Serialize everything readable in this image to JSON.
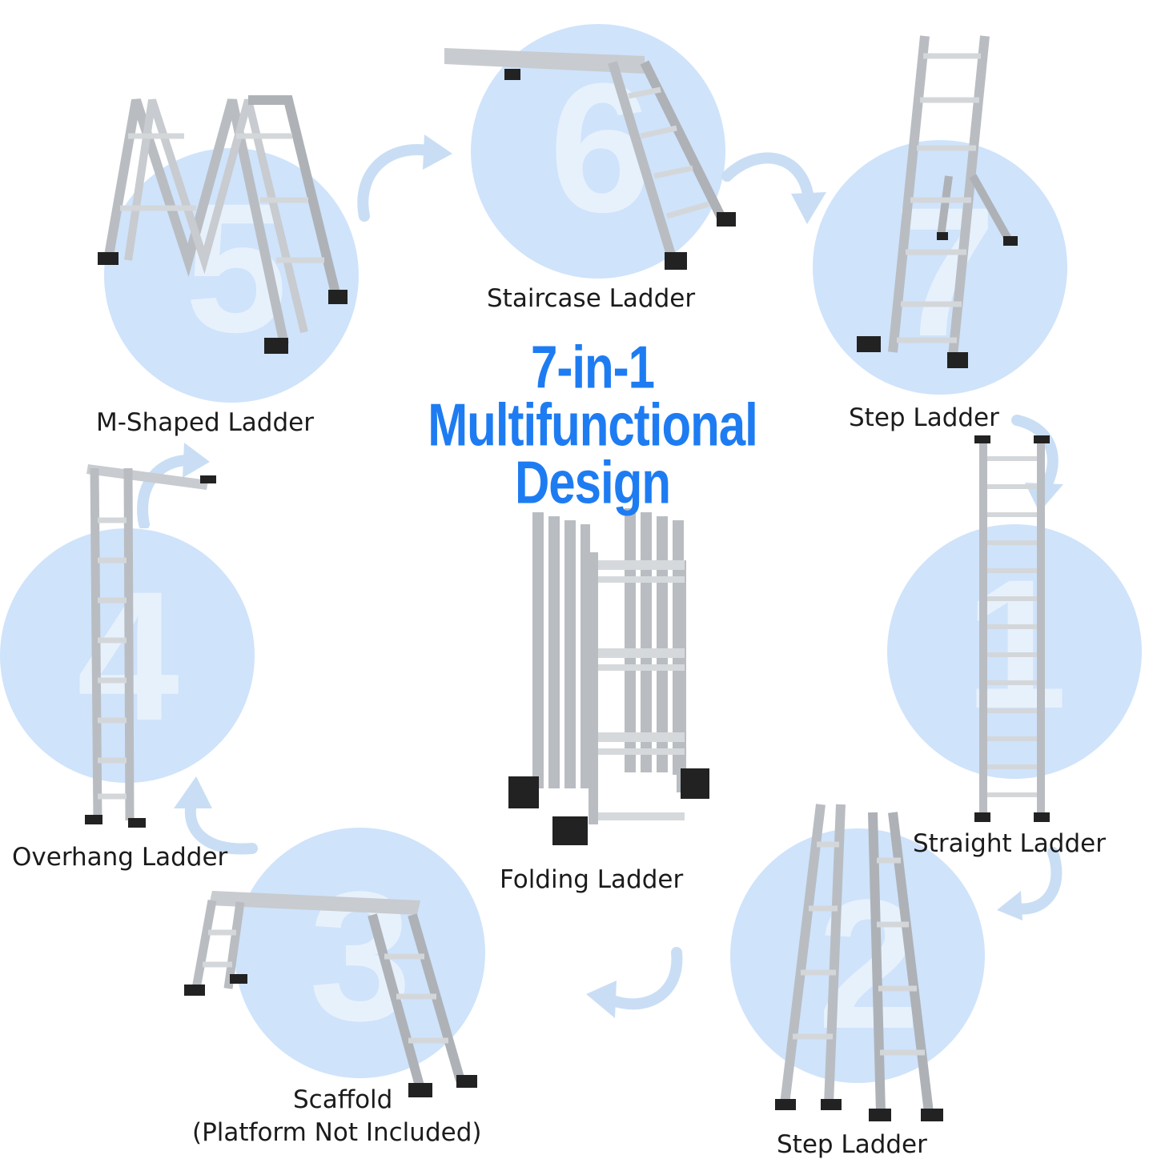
{
  "title": {
    "line1": "7-in-1",
    "line2": "Multifunctional",
    "line3": "Design"
  },
  "accent_color": "#1e7cf2",
  "circle_color": "#cfe3fb",
  "modes": [
    {
      "number": "1",
      "label": "Straight Ladder"
    },
    {
      "number": "2",
      "label": "Step Ladder"
    },
    {
      "number": "3",
      "label": "Scaffold",
      "sublabel": "(Platform Not Included)"
    },
    {
      "number": "4",
      "label": "Overhang Ladder"
    },
    {
      "number": "5",
      "label": "M-Shaped Ladder"
    },
    {
      "number": "6",
      "label": "Staircase Ladder"
    },
    {
      "number": "7",
      "label": "Step Ladder"
    }
  ],
  "center": {
    "label": "Folding Ladder"
  },
  "icons": [
    "ladder-image",
    "cycle-arrow-icon"
  ]
}
